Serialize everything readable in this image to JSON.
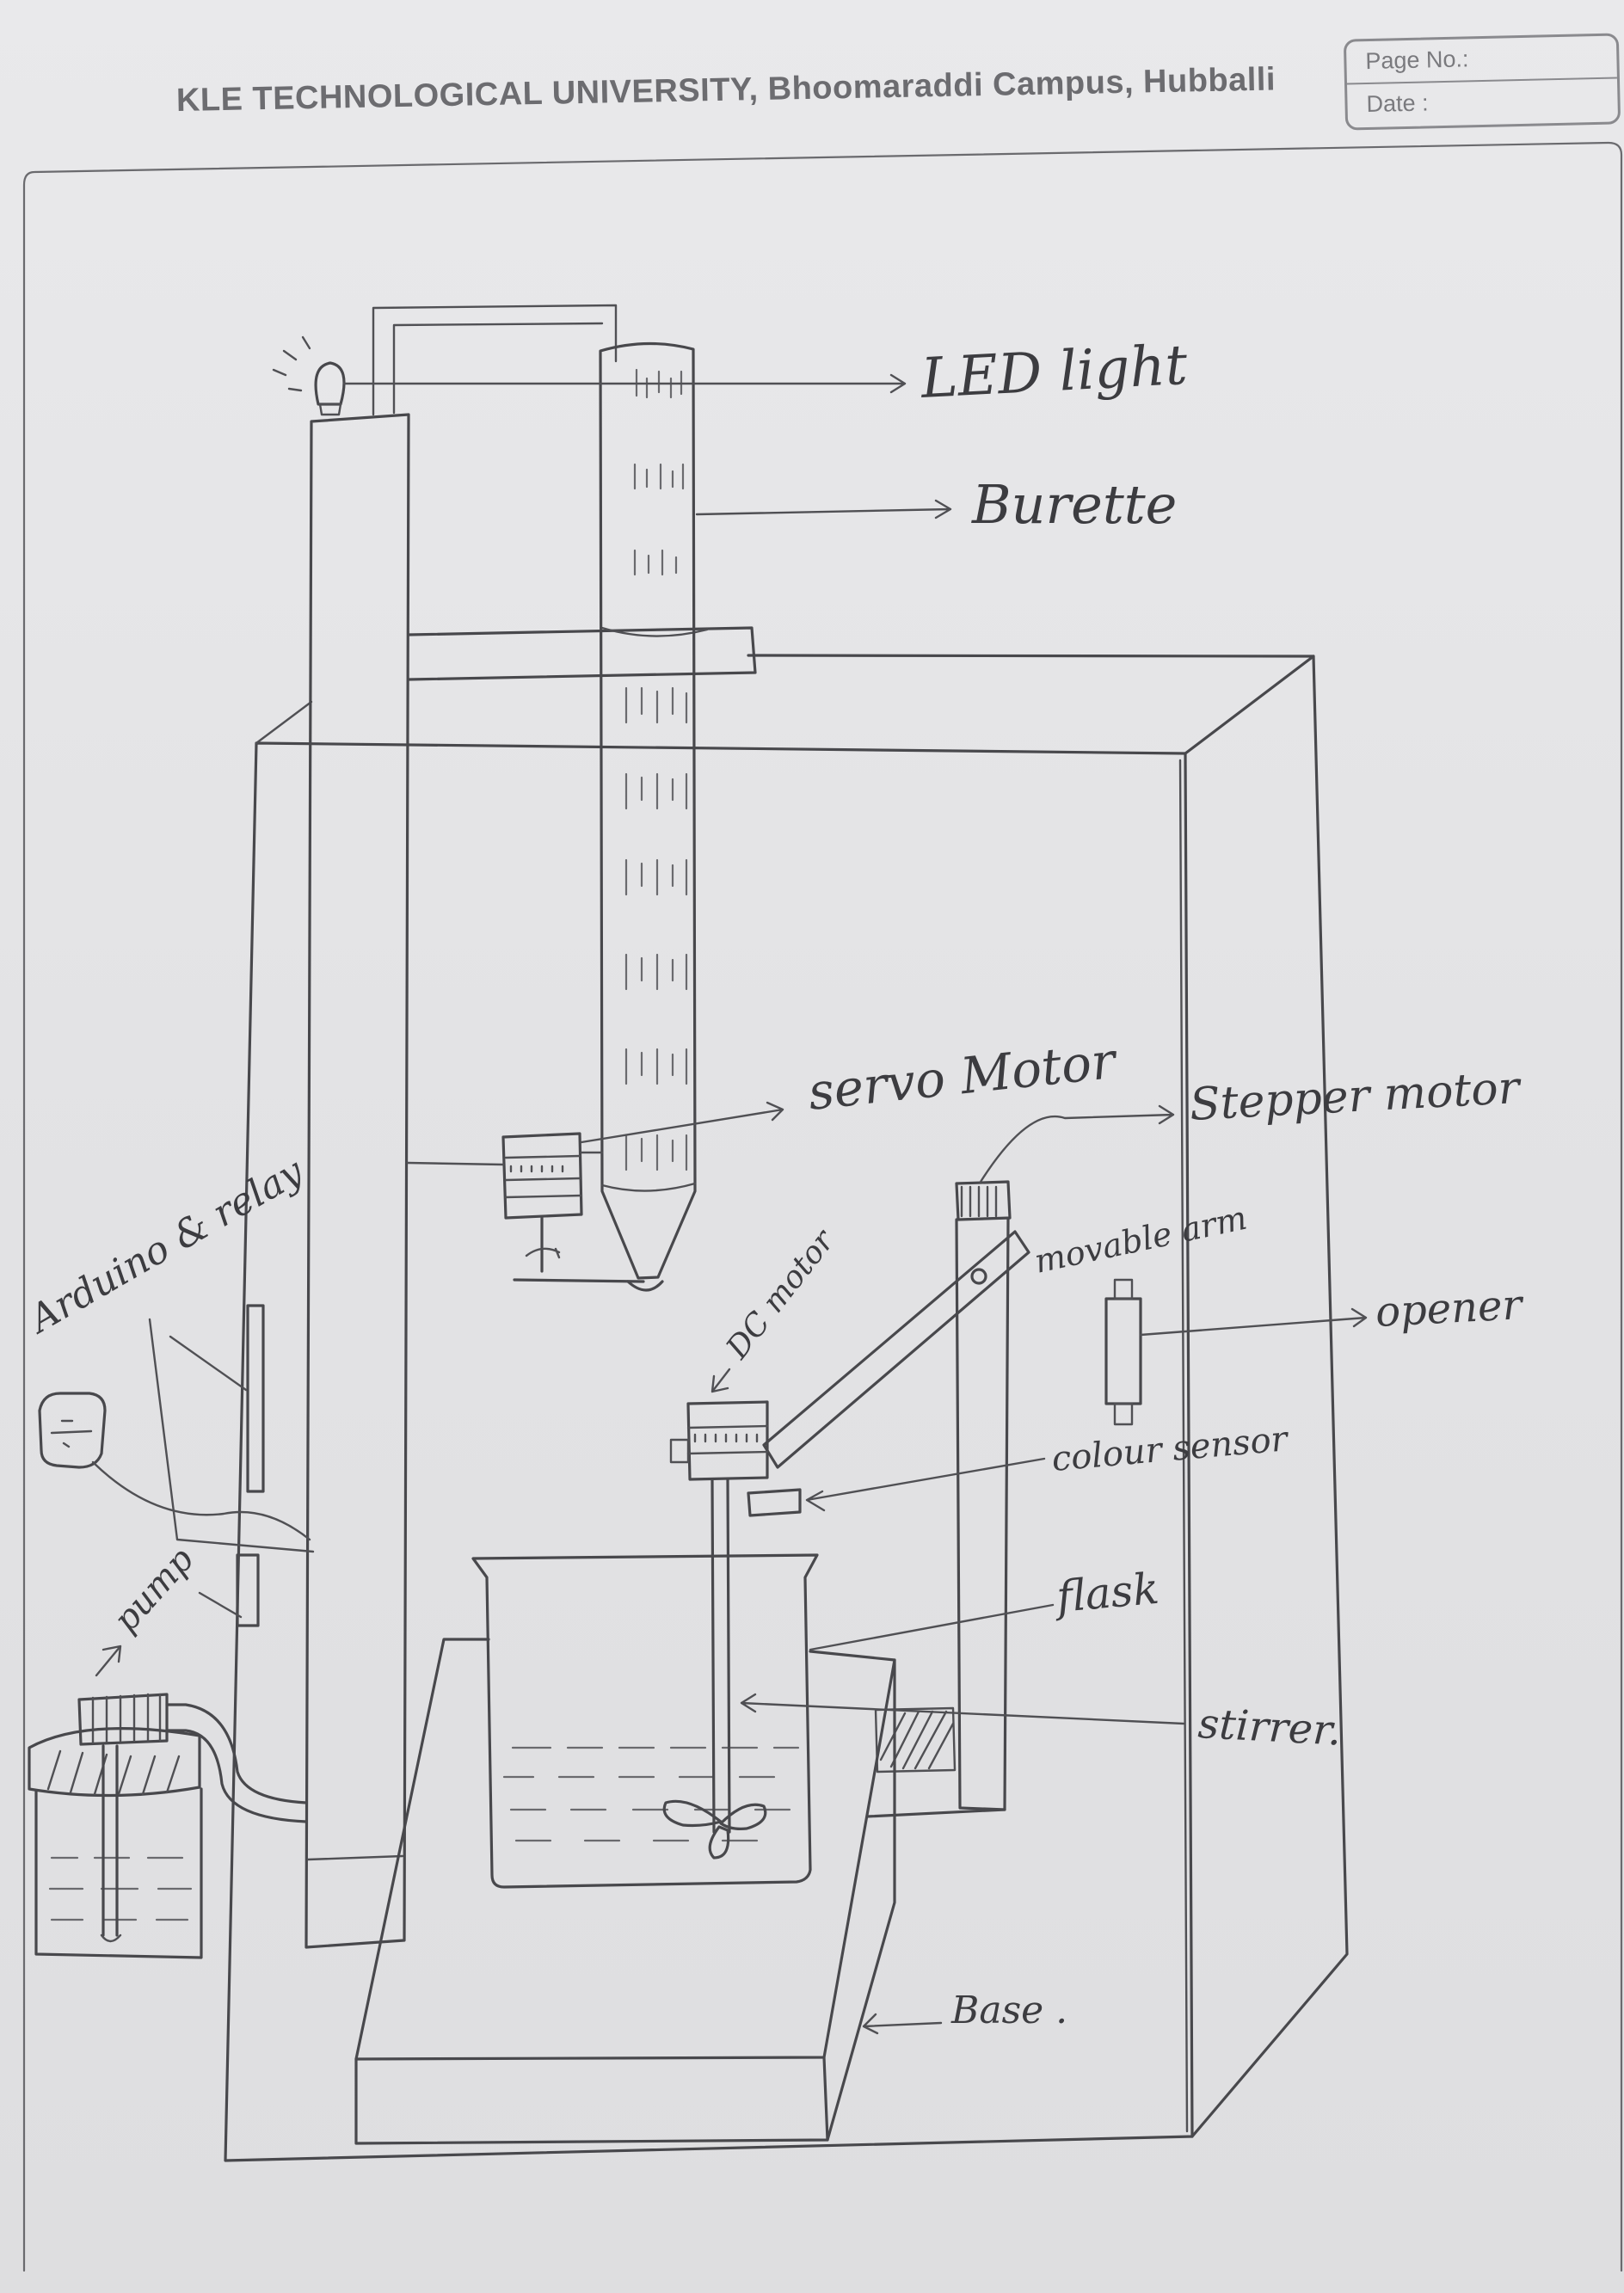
{
  "header": {
    "institution": "KLE TECHNOLOGICAL UNIVERSITY, Bhoomaraddi Campus, Hubballi",
    "page_no_label": "Page No.:",
    "date_label": "Date :"
  },
  "labels": {
    "led_light": "LED light",
    "burette": "Burette",
    "servo_motor": "servo Motor",
    "stepper_motor": "Stepper motor",
    "movable_arm": "movable arm",
    "opener": "opener",
    "dc_motor": "DC motor",
    "colour_sensor": "colour sensor",
    "flask": "flask",
    "stirrer": "stirrer.",
    "base": "Base .",
    "arduino_relay": "Arduino & relay",
    "pump": "pump"
  }
}
